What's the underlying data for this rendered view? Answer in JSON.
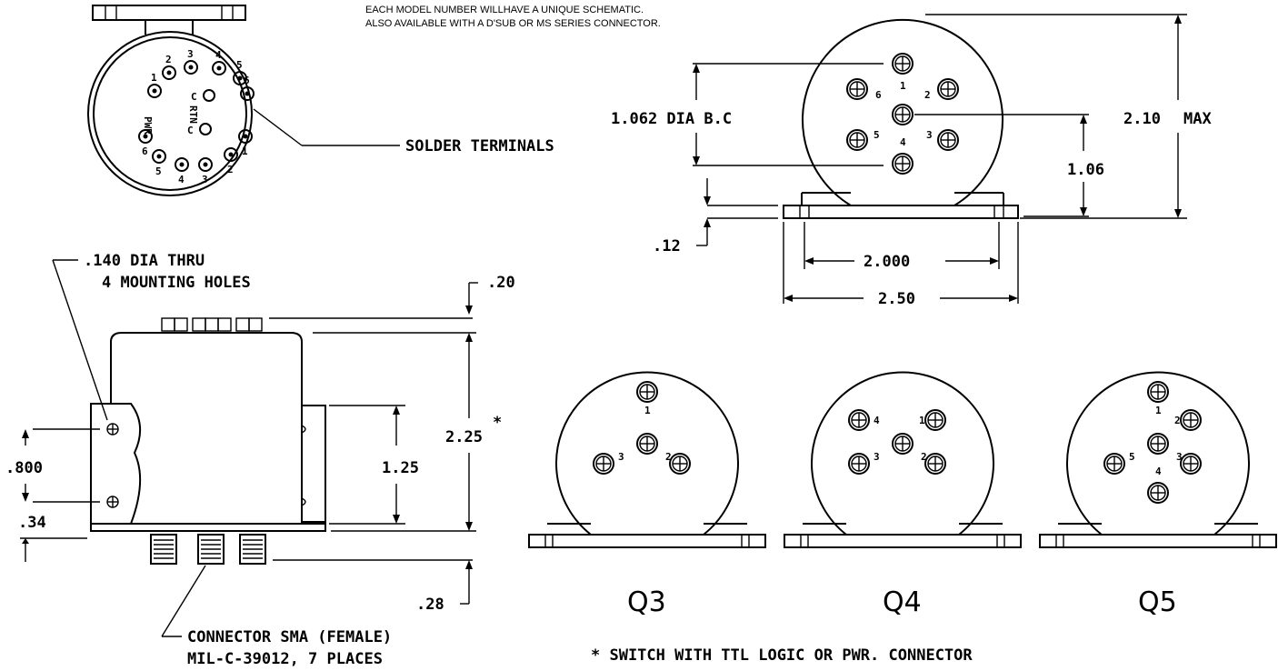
{
  "notes": {
    "line1": "EACH MODEL NUMBER WILLHAVE A UNIQUE SCHEMATIC.",
    "line2": "ALSO AVAILABLE WITH A D'SUB OR MS SERIES CONNECTOR."
  },
  "top_view": {
    "solder_label": "SOLDER TERMINALS",
    "pins_upper": [
      "1",
      "2",
      "3",
      "4",
      "5",
      "6"
    ],
    "pins_lower": [
      "6",
      "5",
      "4",
      "3",
      "2",
      "1"
    ],
    "center_label": "C",
    "side_left": "PWR",
    "side_right": "RTN"
  },
  "side_view": {
    "mounting_line1": ".140 DIA THRU",
    "mounting_line2": "4 MOUNTING HOLES",
    "dim_020": ".20",
    "dim_800": ".800",
    "dim_125": "1.25",
    "dim_225": "2.25",
    "asterisk": "*",
    "dim_034": ".34",
    "dim_028": ".28",
    "connector_line1": "CONNECTOR SMA (FEMALE)",
    "connector_line2": "MIL-C-39012, 7 PLACES"
  },
  "end_view": {
    "dim_bc": "1.062  DIA  B.C",
    "dim_106": "1.06",
    "dim_210": "2.10",
    "max": "MAX",
    "dim_012": ".12",
    "dim_2000": "2.000",
    "dim_250": "2.50",
    "ports": [
      "1",
      "2",
      "3",
      "4",
      "5",
      "6"
    ]
  },
  "variants": [
    {
      "label": "Q3",
      "ports": [
        "1",
        "2",
        "3"
      ]
    },
    {
      "label": "Q4",
      "ports": [
        "1",
        "2",
        "3",
        "4"
      ]
    },
    {
      "label": "Q5",
      "ports": [
        "1",
        "2",
        "3",
        "4",
        "5"
      ]
    }
  ],
  "footnote": "* SWITCH WITH TTL LOGIC OR PWR. CONNECTOR"
}
